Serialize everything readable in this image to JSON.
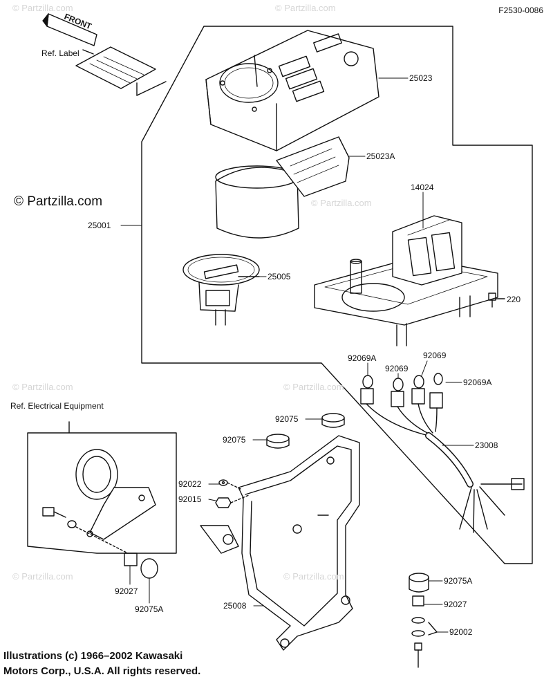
{
  "figure_code": "F2530-0086",
  "front_tag": "FRONT",
  "ref_label": "Ref. Label",
  "ref_electrical": "Ref.  Electrical Equipment",
  "watermark_brand": "© Partzilla.com",
  "watermark_faint": "© Partzilla.com",
  "copyright_line1": "Illustrations (c) 1966–2002 Kawasaki",
  "copyright_line2": "Motors Corp., U.S.A.  All rights reserved.",
  "parts": {
    "p25023": "25023",
    "p25023a": "25023A",
    "p14024": "14024",
    "p25001": "25001",
    "p25005": "25005",
    "p220": "220",
    "p92069a_left": "92069A",
    "p92069_top": "92069",
    "p92069_mid": "92069",
    "p92069a_right": "92069A",
    "p92075_top": "92075",
    "p92075_left": "92075",
    "p23008": "23008",
    "p92022": "92022",
    "p92015": "92015",
    "p92027_left": "92027",
    "p92075a_left": "92075A",
    "p25008": "25008",
    "p92075a_right": "92075A",
    "p92027_right": "92027",
    "p92002": "92002"
  }
}
